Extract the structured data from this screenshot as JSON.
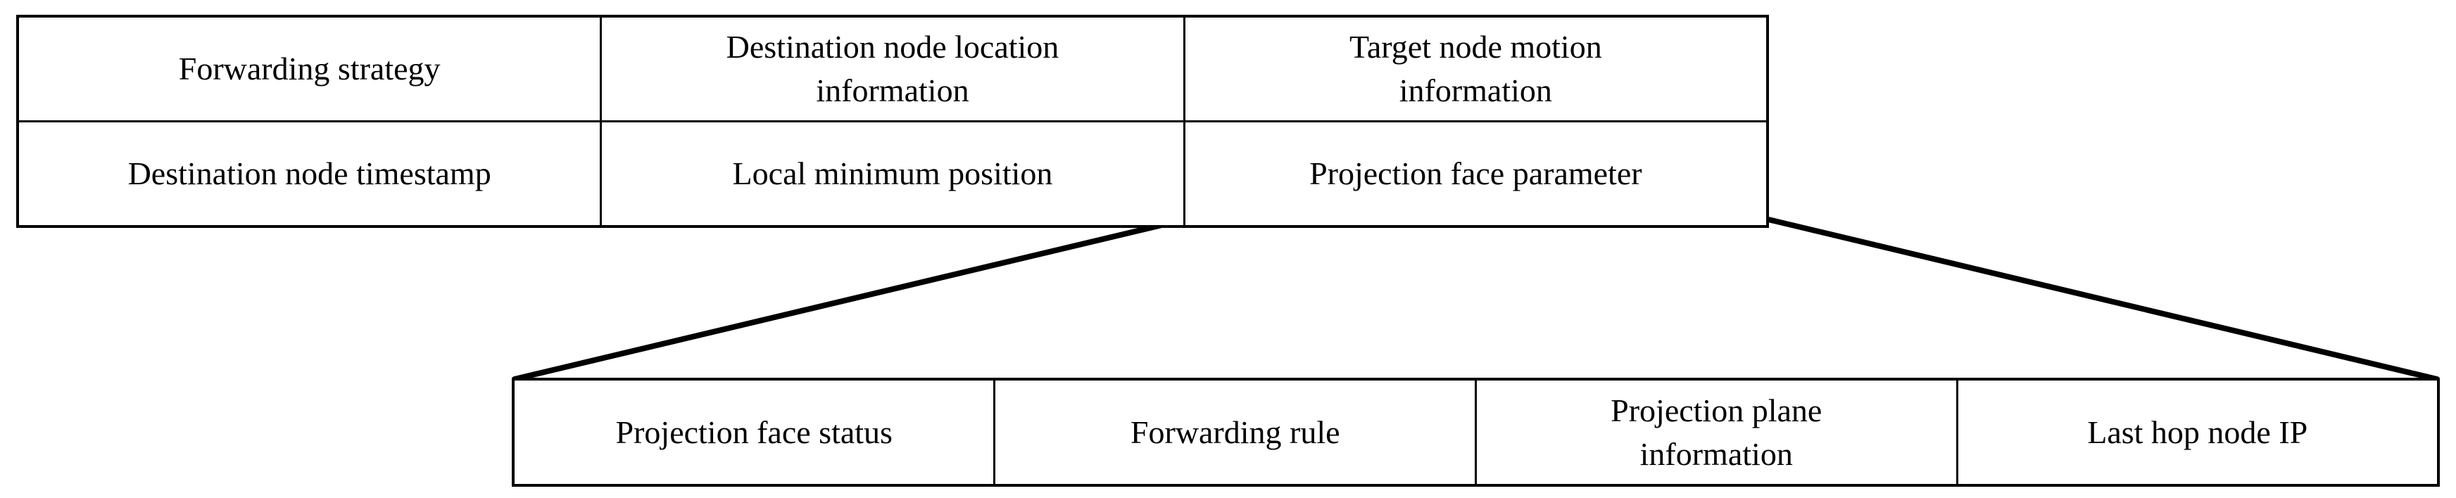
{
  "top_table": {
    "rows": [
      {
        "cells": [
          {
            "lines": [
              "Forwarding strategy"
            ]
          },
          {
            "lines": [
              "Destination node location",
              "information"
            ]
          },
          {
            "lines": [
              "Target node motion",
              "information"
            ]
          }
        ]
      },
      {
        "cells": [
          {
            "lines": [
              "Destination node timestamp"
            ]
          },
          {
            "lines": [
              "Local minimum position"
            ]
          },
          {
            "lines": [
              "Projection face parameter"
            ]
          }
        ]
      }
    ]
  },
  "expanded_table": {
    "cells": [
      {
        "lines": [
          "Projection face status"
        ]
      },
      {
        "lines": [
          "Forwarding rule"
        ]
      },
      {
        "lines": [
          "Projection plane",
          "information"
        ]
      },
      {
        "lines": [
          "Last hop node IP"
        ]
      }
    ]
  },
  "colors": {
    "border": "#000000",
    "connector_line": "#000000",
    "background": "#ffffff",
    "text": "#000000"
  }
}
